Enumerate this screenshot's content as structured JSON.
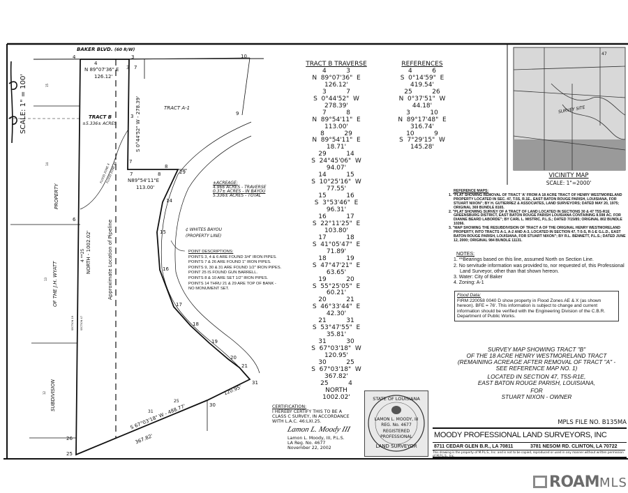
{
  "plat": {
    "street": "BAKER BLVD.",
    "street_row": "(60 R/W)",
    "scale": "SCALE: 1\" = 100'",
    "tract_a1": "TRACT A-1",
    "tract_b": "TRACT B",
    "tract_b_acres": "±5.336± ACRES",
    "north_bearing": "N 89°07'36\" E",
    "north_distance": "126.12'",
    "east_line": "S 0°44'52\" W  -  278.39'",
    "mid_bearing": "N89°54'11\"E",
    "mid_distance": "113.00'",
    "west_line": "NORTH  -  1002.02'",
    "west_line_points": "4      **25",
    "pipeline": "Approximate Location of Pipeline",
    "flood_zone_x": "FLOOD ZONE X",
    "flood_zone_ae": "FLOOD ZONE AE",
    "bayou": [
      "¢ WHITES BAYOU",
      "(PROPERTY LINE)"
    ],
    "south_line": "S 67°03'18\" W  -  488.77'",
    "south_line_points": [
      "31",
      "25"
    ],
    "south_distance": "367.82'",
    "seg_30_31": "120.95'",
    "adjacent": [
      "PROPERTY",
      "OF THE J.H. WYATT",
      "SUBDIVISION"
    ],
    "lot_numbers": [
      "15",
      "14",
      "13",
      "12"
    ],
    "sections": [
      "SECTION 19",
      "SECTION 47"
    ],
    "points": [
      "4",
      "3",
      "10",
      "9",
      "7",
      "8",
      "29",
      "14",
      "15",
      "16",
      "17",
      "18",
      "19",
      "20",
      "21",
      "31",
      "30",
      "25",
      "26",
      "6",
      "3",
      "4",
      "7",
      "8",
      "3",
      "7"
    ],
    "acreage": {
      "title": "±ACREAGE:",
      "lines": [
        "4.966 ACRES  -  TRAVERSE",
        "0.37± ACRES  -  IN BAYOU",
        "5.336± ACRES  -  TOTAL"
      ]
    },
    "point_descriptions": {
      "title": "POINT DESCRIPTIONS:",
      "lines": [
        "POINTS 3, 4 & 6 ARE FOUND 3/4\" IRON PIPES.",
        "POINTS 7 & 26 ARE FOUND 1\" IRON PIPES.",
        "POINTS 9, 30 & 31 ARE FOUND 1/2\" IRON PIPES.",
        "POINT 25 IS FOUND GUN BARRELL.",
        "POINTS 8 & 10 ARE SET 1/2\" IRON PIPES.",
        "POINTS 14 THRU 21 & 29 ARE TOP OF BANK -",
        "NO MONUMENT SET."
      ]
    }
  },
  "traverse": {
    "title": "TRACT B TRAVERSE",
    "rows": [
      {
        "pts": "4          3",
        "bearing": "N  89°07'36\"  E",
        "dist": "126.12'"
      },
      {
        "pts": "3          7",
        "bearing": "S  0°44'52\"  W",
        "dist": "278.39'"
      },
      {
        "pts": "7          8",
        "bearing": "N  89°54'11\"  E",
        "dist": "113.00'"
      },
      {
        "pts": "8          29",
        "bearing": "N  89°54'11\"  E",
        "dist": "18.71'"
      },
      {
        "pts": "29          14",
        "bearing": "S  24°45'06\"  W",
        "dist": "94.07'"
      },
      {
        "pts": "14          15",
        "bearing": "S  10°25'16\"  W",
        "dist": "77.55'"
      },
      {
        "pts": "15          16",
        "bearing": "S  3°53'46\"  E",
        "dist": "96.31'"
      },
      {
        "pts": "16          17",
        "bearing": "S  22°11'25\"  E",
        "dist": "103.80'"
      },
      {
        "pts": "17          18",
        "bearing": "S  41°05'47\"  E",
        "dist": "71.89'"
      },
      {
        "pts": "18          19",
        "bearing": "S  47°47'21\"  E",
        "dist": "63.65'"
      },
      {
        "pts": "19          20",
        "bearing": "S  55°25'05\"  E",
        "dist": "60.21'"
      },
      {
        "pts": "20          21",
        "bearing": "S  46°33'44\"  E",
        "dist": "42.30'"
      },
      {
        "pts": "21          31",
        "bearing": "S  53°47'55\"  E",
        "dist": "35.81'"
      },
      {
        "pts": "31          30",
        "bearing": "S  67°03'18\"  W",
        "dist": "120.95'"
      },
      {
        "pts": "30          25",
        "bearing": "S  67°03'18\"  W",
        "dist": "367.82'"
      },
      {
        "pts": "25          4",
        "bearing": "NORTH",
        "dist": "1002.02'"
      }
    ]
  },
  "references": {
    "title": "REFERENCES",
    "rows": [
      {
        "pts": "4          6",
        "bearing": "S  0°14'59\"  E",
        "dist": "419.54'"
      },
      {
        "pts": "25          26",
        "bearing": "N  0°37'51\"  W",
        "dist": "44.18'"
      },
      {
        "pts": "3          10",
        "bearing": "N  89°17'48\"  E",
        "dist": "316.74'"
      },
      {
        "pts": "10          9",
        "bearing": "S  7°29'15\"  W",
        "dist": "145.28'"
      }
    ]
  },
  "vicinity": {
    "title": "VICINITY MAP",
    "scale": "SCALE: 1\"=2000'",
    "labels": [
      "47",
      "SURVEY SITE"
    ]
  },
  "reference_maps": {
    "title": "REFERENCE MAPS:",
    "items": [
      "1. \"PLAT SHOWING REMOVAL OF TRACT 'A' FROM A 18 ACRE TRACT OF HENRY WESTMORELAND PROPERTY LOCATED IN SEC. 47, T.5S, R.1E., EAST BATON ROUGE PARISH, LOUISIANA, FOR STUART NIXON\"; BY H. GUTIERREZ & ASSOCIATES, LAND SURVEYORS; DATED MAY 20, 1975; ORIGINAL 369 BUNDLE 8165.",
      "2. \"PLAT SHOWING SURVEY OF A TRACT OF LAND LOCATED IN SECTIONS 30 & 47 T5S-R1E GREENSBURG DISTRICT, EAST BATON ROUGE PARISH LOUISIANA CONTAINING 8.598 AC. FOR DIANNE BEARD LABORDE\"; BY CARL L. MISTRIC, P.L.S.; DATED 7/15/85; ORIGINAL 802 BUNDLE 10266.",
      "3. \"MAP SHOWING THE RESUBDIVISION OF TRACT A OF THE ORIGINAL HENRY WESTMORELAND PROPERTY, INTO TRACTS A-1, A-2 AND A-3, LOCATED IN SECTION 47, T-5-S, R-1-E G.L.D., EAST BATON ROUGE PARISH, LOUISIANA, FOR STUART NIXON\"; BY R.L. BENNETT, P.L.S.; DATED JUNE 12, 2000; ORIGINAL 984 BUNDLE 11131."
    ]
  },
  "notes": {
    "title": "NOTES:",
    "items": [
      "1. **Bearings based on this line, assumed North on Section Line.",
      "2. No servitude information was provided to, nor requested of, this Professional Land Surveyor, other than that shown hereon.",
      "3. Water: City of Baker",
      "4. Zoning: A-1"
    ]
  },
  "flood": {
    "title": "Flood Data:",
    "text": "FIRM 220058 0040 D show property in Flood Zones AE & X (as shown hereon).  BFE = 76'. This information is subject to change and current information should be verified with the Engineering Division of the C.B.R. Department of Public Works."
  },
  "title_block": {
    "lines": [
      "SURVEY MAP SHOWING TRACT \"B\"",
      "OF THE 18 ACRE HENRY WESTMORELAND TRACT",
      "(REMAINING ACREAGE AFTER REMOVAL OF TRACT \"A\" -",
      "SEE REFERENCE MAP NO. 1)",
      "LOCATED IN SECTION 47, T5S-R1E,",
      "EAST BATON ROUGE PARISH, LOUISIANA,",
      "FOR",
      "STUART NIXON  -  OWNER"
    ],
    "file_no": "MPLS FILE NO. B135MA",
    "firm": "MOODY PROFESSIONAL LAND SURVEYORS, INC",
    "address1": "8711 CEDAR GLEN B.R., LA 70811",
    "address2": "3781 NESOM RD. CLINTON, LA 70722",
    "disclaimer": "This drawing is the property of M.P.L.S., Inc. and is not to be copied, reproduced or used in any manner without written permission of M.P.L.S., Inc."
  },
  "certification": {
    "title": "CERTIFICATION:",
    "lines": [
      "I HEREBY CERTIFY THIS TO BE A",
      "CLASS C SURVEY, IN ACCORDANCE",
      "WITH L.A.C. 46:LXI.25."
    ],
    "signer": [
      "Lamon L. Moody, III, P.L.S.",
      "LA Reg. No. 4677",
      "November 22, 2002"
    ],
    "signature": "Lamon L. Moody III"
  },
  "seal": {
    "top": "STATE OF LOUISIANA",
    "lines": [
      "LAMON L. MOODY, III",
      "REG. No. 4677",
      "REGISTERED",
      "PROFESSIONAL"
    ],
    "bottom": "LAND SURVEYOR"
  },
  "watermark": {
    "brand": "ROAM",
    "suffix": "MLS",
    "color": "#6c6c6c"
  }
}
